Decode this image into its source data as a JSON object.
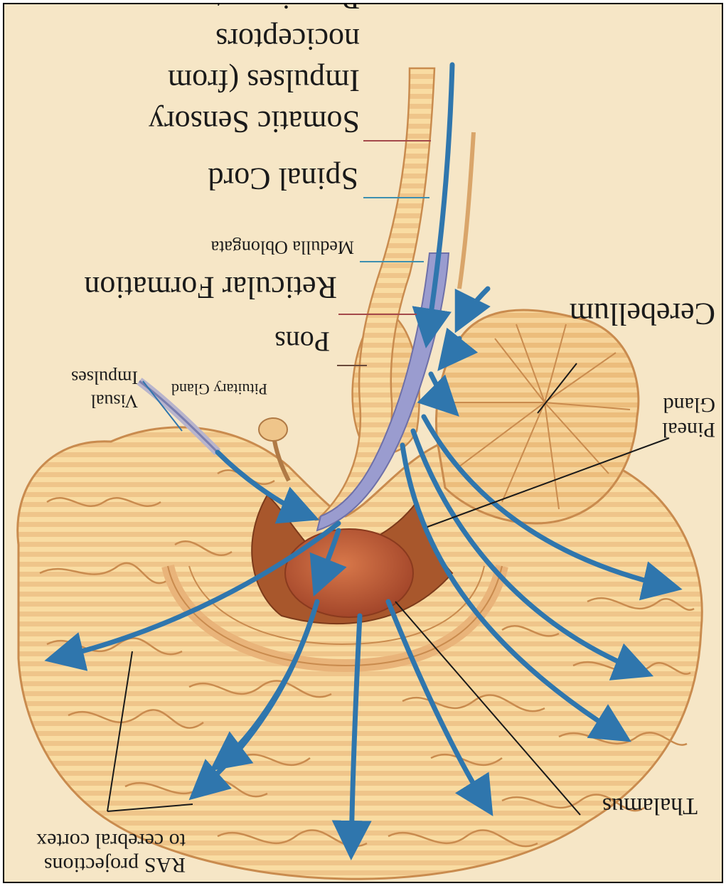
{
  "figure": {
    "orientation": "upside-down",
    "colors": {
      "background": "#f6e6c6",
      "brain_tissue": "#efc58a",
      "brain_stripe": "#f9dca2",
      "gyri_lines": "#c98b4e",
      "thalamus": "#b3542f",
      "reticular_formation": "#9a9ccf",
      "pathway_arrows": "#2f76ad",
      "leader_lines_blue": "#3d8fb0",
      "leader_lines_red": "#a4494b",
      "text": "#1a1a1a"
    },
    "labels": {
      "proprioceptors": "Proprioceptors",
      "nociceptors": "nociceptors",
      "impulses_from": "Impulses (from",
      "somatic_sensory": "Somatic Sensory",
      "spinal_cord": "Spinal Cord",
      "medulla_oblongata": "Medulla Oblongata",
      "reticular_formation": "Reticular Formation",
      "pons": "Pons",
      "visual": "Visual",
      "impulses": "Impulses",
      "pituitary_gland": "Pituitary Gland",
      "cerebellum": "Cerebellum",
      "pineal": "Pineal",
      "gland": "Gland",
      "thalamus": "Thalamus",
      "ras_projections": "RAS projections",
      "to_cerebral_cortex": "to cerebral cortex"
    }
  }
}
